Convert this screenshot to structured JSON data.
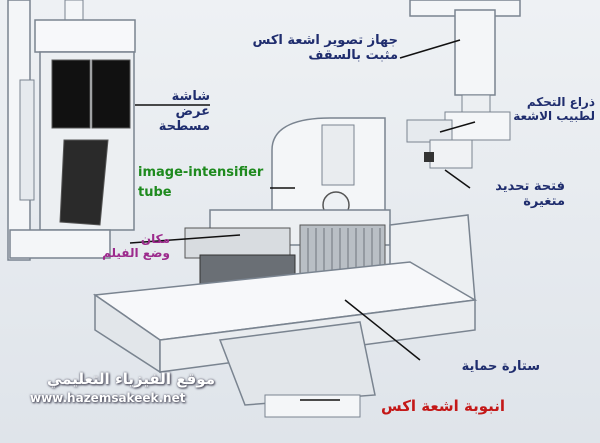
{
  "labels": {
    "ceiling_xray": "جهاز تصوير اشعة اكس\nمثبت بالسقف",
    "flat_screen": "شاشة عرض\nمسطحة",
    "control_arm": "ذراع التحكم\nلطبيب الاشعة",
    "variable_aperture": "فتحة تحديد\nمتغيرة",
    "intensifier": "image-intensifier\ntube",
    "film_place": "مكان\nوضع الفيلم",
    "protective_curtain": "ستارة حماية",
    "xray_tube": "انبوبة اشعة اكس"
  },
  "watermark": {
    "arabic": "موقع الفيزياء التعليمي",
    "url": "www.hazemsakeek.net"
  },
  "colors": {
    "label_navy": "#1f2d6e",
    "label_green": "#1e8a1e",
    "label_magenta": "#9c2a8c",
    "label_red": "#c41818",
    "leader_line": "#111111"
  }
}
